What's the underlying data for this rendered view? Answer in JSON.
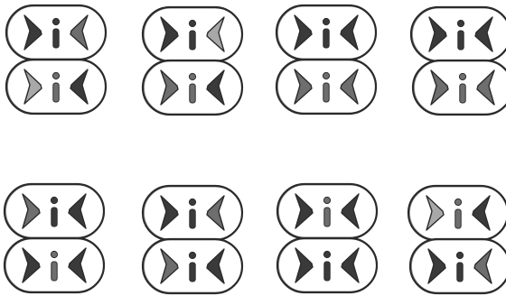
{
  "figure": {
    "style": {
      "ink": "#2b2b2b",
      "paper": "#ffffff",
      "fill_dark": "#3a3a3a",
      "fill_mid": "#6e6e6e",
      "fill_light": "#a8a8a8"
    },
    "rows": [
      {
        "groups": [
          {
            "top": {
              "left": "dark",
              "right": "mid",
              "dot": "dark"
            },
            "bottom": {
              "left": "light",
              "right": "dark",
              "dot": "mid"
            }
          },
          {
            "top": {
              "left": "dark",
              "right": "light",
              "dot": "dark"
            },
            "bottom": {
              "left": "mid",
              "right": "dark",
              "dot": "mid"
            }
          },
          {
            "top": {
              "left": "dark",
              "right": "dark",
              "dot": "dark"
            },
            "bottom": {
              "left": "mid",
              "right": "mid",
              "dot": "mid"
            }
          },
          {
            "top": {
              "left": "dark",
              "right": "dark",
              "dot": "dark"
            },
            "bottom": {
              "left": "mid",
              "right": "mid",
              "dot": "mid"
            }
          }
        ]
      },
      {
        "groups": [
          {
            "top": {
              "left": "mid",
              "right": "dark",
              "dot": "dark"
            },
            "bottom": {
              "left": "dark",
              "right": "dark",
              "dot": "mid"
            }
          },
          {
            "top": {
              "left": "dark",
              "right": "mid",
              "dot": "dark"
            },
            "bottom": {
              "left": "mid",
              "right": "dark",
              "dot": "dark"
            }
          },
          {
            "top": {
              "left": "dark",
              "right": "dark",
              "dot": "mid"
            },
            "bottom": {
              "left": "dark",
              "right": "dark",
              "dot": "dark"
            }
          },
          {
            "top": {
              "left": "light",
              "right": "dark",
              "dot": "mid"
            },
            "bottom": {
              "left": "dark",
              "right": "mid",
              "dot": "dark"
            }
          }
        ]
      }
    ]
  }
}
